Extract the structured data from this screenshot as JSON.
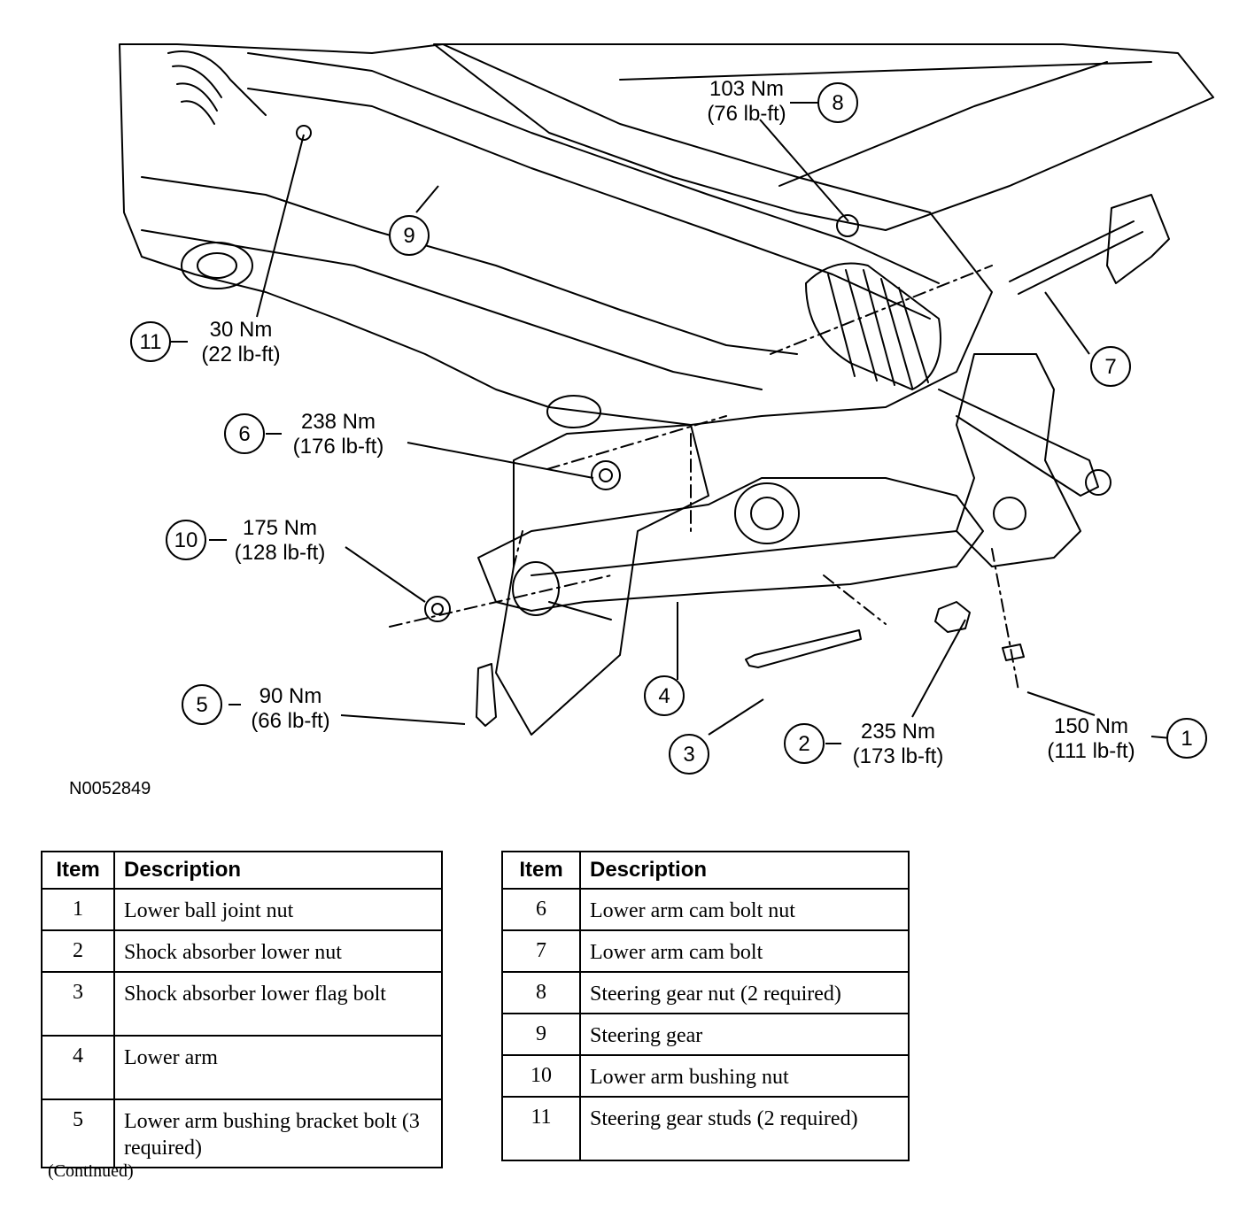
{
  "figure": {
    "id": "N0052849",
    "callouts": [
      {
        "number": "1",
        "torque_nm": "150 Nm",
        "torque_lbft": "(111 lb-ft)"
      },
      {
        "number": "2",
        "torque_nm": "235 Nm",
        "torque_lbft": "(173 lb-ft)"
      },
      {
        "number": "3"
      },
      {
        "number": "4"
      },
      {
        "number": "5",
        "torque_nm": "90 Nm",
        "torque_lbft": "(66 lb-ft)"
      },
      {
        "number": "6",
        "torque_nm": "238 Nm",
        "torque_lbft": "(176 lb-ft)"
      },
      {
        "number": "7"
      },
      {
        "number": "8",
        "torque_nm": "103 Nm",
        "torque_lbft": "(76 lb-ft)"
      },
      {
        "number": "9"
      },
      {
        "number": "10",
        "torque_nm": "175 Nm",
        "torque_lbft": "(128 lb-ft)"
      },
      {
        "number": "11",
        "torque_nm": "30 Nm",
        "torque_lbft": "(22 lb-ft)"
      }
    ]
  },
  "legend": {
    "header_item": "Item",
    "header_description": "Description",
    "left_rows": [
      {
        "item": "1",
        "description": "Lower ball joint nut"
      },
      {
        "item": "2",
        "description": "Shock absorber lower nut"
      },
      {
        "item": "3",
        "description": "Shock absorber lower flag bolt"
      },
      {
        "item": "4",
        "description": "Lower arm"
      },
      {
        "item": "5",
        "description": "Lower arm bushing bracket bolt (3 required)"
      }
    ],
    "right_rows": [
      {
        "item": "6",
        "description": "Lower arm cam bolt nut"
      },
      {
        "item": "7",
        "description": "Lower arm cam bolt"
      },
      {
        "item": "8",
        "description": "Steering gear nut (2 required)"
      },
      {
        "item": "9",
        "description": "Steering gear"
      },
      {
        "item": "10",
        "description": "Lower arm bushing nut"
      },
      {
        "item": "11",
        "description": "Steering gear studs (2 required)"
      }
    ]
  },
  "footer": {
    "continued": "(Continued)"
  }
}
